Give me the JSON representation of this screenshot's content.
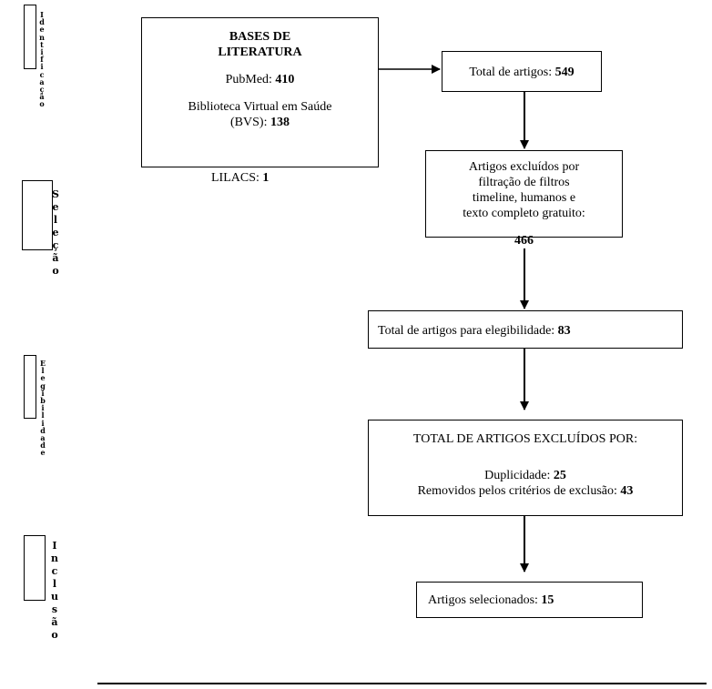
{
  "phases": {
    "identificacao": "Identificação",
    "selecao": "Seleção",
    "elegibilidade": "Elegibilidade",
    "inclusao": "Inclusão"
  },
  "bases": {
    "title_line1": "BASES DE",
    "title_line2": "LITERATURA",
    "pubmed_label": "PubMed:",
    "pubmed_value": "410",
    "bvs_label_line1": "Biblioteca Virtual em Saúde",
    "bvs_label_line2": "(BVS):",
    "bvs_value": "138",
    "lilacs_label": "LILACS:",
    "lilacs_value": "1"
  },
  "total": {
    "label": "Total de artigos:",
    "value": "549"
  },
  "excluidos_filtro": {
    "line1": "Artigos excluídos por",
    "line2": "filtração de filtros",
    "line3": "timeline, humanos e",
    "line4": "texto completo gratuito:",
    "value": "466"
  },
  "elegibilidade": {
    "label": "Total de artigos para elegibilidade:",
    "value": "83"
  },
  "excluidos": {
    "title": "TOTAL DE ARTIGOS EXCLUÍDOS POR:",
    "dup_label": "Duplicidade:",
    "dup_value": "25",
    "crit_label": "Removidos pelos critérios de exclusão:",
    "crit_value": "43"
  },
  "selecionados": {
    "label": "Artigos selecionados:",
    "value": "15"
  },
  "colors": {
    "line": "#000000",
    "background": "#ffffff"
  }
}
